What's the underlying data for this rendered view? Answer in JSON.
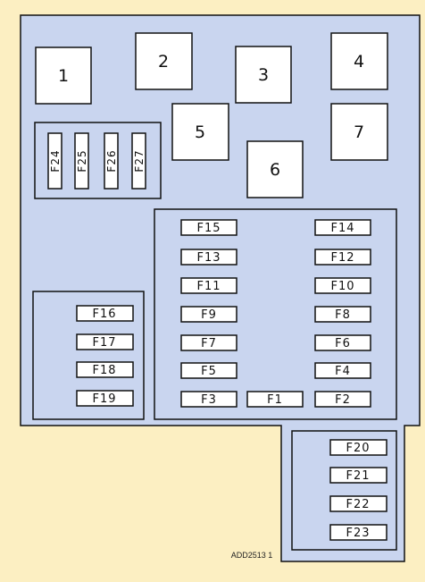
{
  "relays": [
    {
      "label": "1"
    },
    {
      "label": "2"
    },
    {
      "label": "3"
    },
    {
      "label": "4"
    },
    {
      "label": "5"
    },
    {
      "label": "6"
    },
    {
      "label": "7"
    }
  ],
  "vertical_fuses": [
    {
      "label": "F24"
    },
    {
      "label": "F25"
    },
    {
      "label": "F26"
    },
    {
      "label": "F27"
    }
  ],
  "left_fuses": [
    {
      "label": "F16"
    },
    {
      "label": "F17"
    },
    {
      "label": "F18"
    },
    {
      "label": "F19"
    }
  ],
  "main_fuses": [
    {
      "label": "F15"
    },
    {
      "label": "F14"
    },
    {
      "label": "F13"
    },
    {
      "label": "F12"
    },
    {
      "label": "F11"
    },
    {
      "label": "F10"
    },
    {
      "label": "F9"
    },
    {
      "label": "F8"
    },
    {
      "label": "F7"
    },
    {
      "label": "F6"
    },
    {
      "label": "F5"
    },
    {
      "label": "F4"
    },
    {
      "label": "F3"
    },
    {
      "label": "F1"
    },
    {
      "label": "F2"
    }
  ],
  "bottom_fuses": [
    {
      "label": "F20"
    },
    {
      "label": "F21"
    },
    {
      "label": "F22"
    },
    {
      "label": "F23"
    }
  ],
  "reference_code": "ADD2513 1",
  "colors": {
    "background": "#fcefc2",
    "panel": "#c9d5ef",
    "outline": "#111111",
    "box_fill": "#ffffff"
  }
}
